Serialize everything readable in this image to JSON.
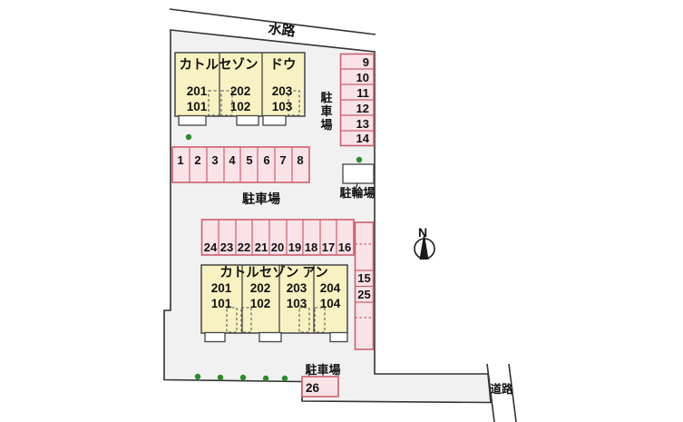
{
  "plan": {
    "labels": {
      "waterway": "水路",
      "road": "道路",
      "compass_north": "N",
      "parking_right_chars": [
        "駐",
        "車",
        "場"
      ],
      "parking_middle": "駐車場",
      "parking_bottom": "駐車場",
      "bicycle": "駐輪場"
    },
    "building_a": {
      "name_main": "カトルセゾン",
      "name_sub": "ドウ",
      "units": [
        {
          "upper": "201",
          "lower": "101"
        },
        {
          "upper": "202",
          "lower": "102"
        },
        {
          "upper": "203",
          "lower": "103"
        }
      ]
    },
    "building_b": {
      "name": "カトルセゾン アン",
      "units": [
        {
          "upper": "201",
          "lower": "101"
        },
        {
          "upper": "202",
          "lower": "102"
        },
        {
          "upper": "203",
          "lower": "103"
        },
        {
          "upper": "204",
          "lower": "104"
        }
      ]
    },
    "parking": {
      "row_top": [
        "1",
        "2",
        "3",
        "4",
        "5",
        "6",
        "7",
        "8"
      ],
      "column_right": [
        "9",
        "10",
        "11",
        "12",
        "13",
        "14"
      ],
      "row_middle": [
        "24",
        "23",
        "22",
        "21",
        "20",
        "19",
        "18",
        "17",
        "16"
      ],
      "strip_right": [
        "15",
        "25"
      ],
      "stall_bottom": "26"
    },
    "colors": {
      "site_fill": "#f1f1f1",
      "building_fill": "#f8f2c2",
      "stall_fill": "#fae3e7",
      "stall_border": "#cc5f6e",
      "outline": "#333333",
      "tree_green": "#2c8a2c"
    }
  }
}
